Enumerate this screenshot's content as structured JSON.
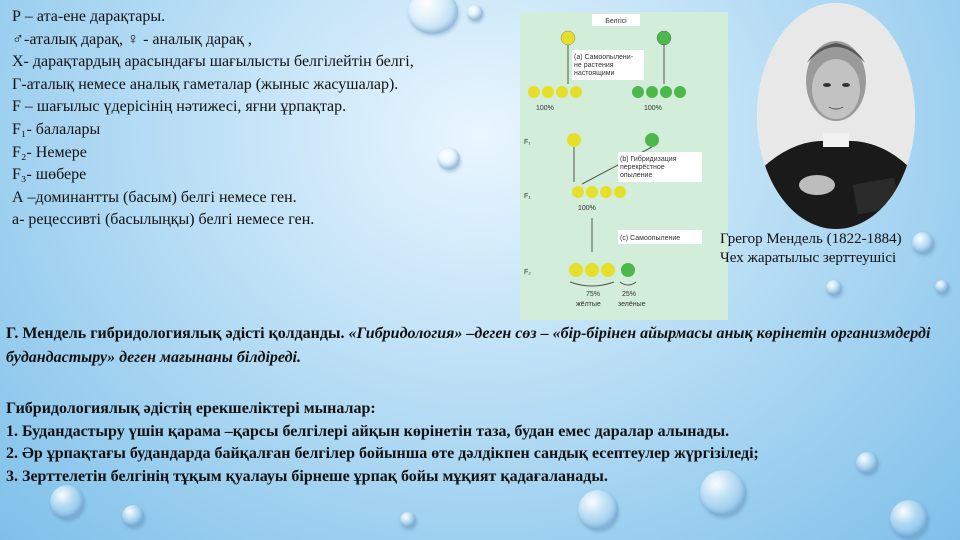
{
  "definitions": [
    "Р – ата-ене дарақтары.",
    "♂-аталық дарақ,     ♀ - аналық дарақ ,",
    "Х- дарақтардың арасындағы шағылысты белгілейтін белгі,",
    "Г-аталық немесе аналық гаметалар (жыныс жасушалар).",
    "F – шағылыс үдерісінің нәтижесі, яғни ұрпақтар.",
    "F₁-  балалары",
    "F₂-  Немере",
    "F₃-  шөбере",
    "А –доминантты  (басым) белгі немесе ген.",
    "а- рецессивті (басылыңқы) белгі немесе ген."
  ],
  "diagram": {
    "top_label": "Белгісі",
    "step_a": "(а) Самоопылени-\nне растения\nнастоящими",
    "pct_left": "100%",
    "pct_right": "100%",
    "f1_label": "F₁",
    "step_b": "(b) Гибридизация\nперекрёстное\nопыление",
    "f1_pct": "100%",
    "f2_gen": "F₁",
    "step_c": "(с) Самоопыление",
    "f2_label": "F₂",
    "ratio_yellow": "75%",
    "ratio_green": "25%",
    "yellow_label": "жёлтые",
    "green_label": "зелёные",
    "colors": {
      "yellow": "#e6df2a",
      "green": "#4db84a",
      "box": "#ffffff",
      "bg": "#d2edd9"
    }
  },
  "portrait": {
    "caption_name": "Грегор Мендель  (1822-1884)",
    "caption_role": "Чех жаратылыс зерттеушісі"
  },
  "paragraph": {
    "lead": "Г. Мендель гибридологиялық әдісті қолданды. ",
    "italic": "«Гибридология» –деген сөз – «бір-бірінен айырмасы анық көрінетін организмдерді будандастыру» деген мағынаны білдіреді."
  },
  "features": [
    "Гибридологиялық әдістің ерекшеліктері мыналар:",
    "1. Будандастыру үшін қарама –қарсы белгілері айқын көрінетін таза, будан емес даралар алынады.",
    "2. Әр ұрпақтағы будандарда байқалған белгілер бойынша өте дәлдікпен сандық есептеулер жүргізіледі;",
    "3. Зерттелетін белгінің тұқым қуалауы бірнеше ұрпақ бойы мұқият қадағаланады."
  ]
}
